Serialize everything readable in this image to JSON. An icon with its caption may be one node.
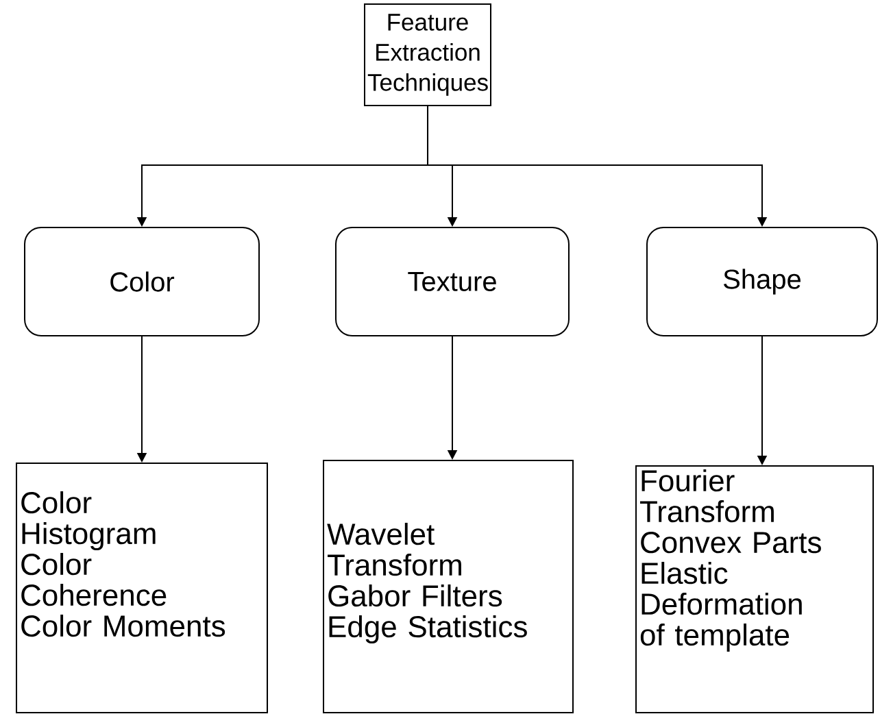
{
  "diagram": {
    "nodes": [
      {
        "text": [
          "Feature Extraction Techniques"
        ]
      },
      {
        "text": [
          "Color"
        ]
      },
      {
        "text": [
          "Texture"
        ]
      },
      {
        "text": [
          "Shape"
        ]
      },
      {
        "text": [
          "Color Histogram",
          "Color Coherence",
          "Color Moments"
        ]
      },
      {
        "text": [
          "Wavelet Transform",
          "Gabor Filters",
          "Edge Statistics"
        ]
      },
      {
        "text": [
          "Fourier Transform",
          "Convex Parts",
          "Elastic Deformation of template"
        ]
      }
    ],
    "edges": [
      {
        "from": 0,
        "to": 1,
        "arrow": "to"
      },
      {
        "from": 0,
        "to": 2,
        "arrow": "to"
      },
      {
        "from": 0,
        "to": 3,
        "arrow": "to"
      },
      {
        "from": 1,
        "to": 4,
        "arrow": "to"
      },
      {
        "from": 2,
        "to": 5,
        "arrow": "to"
      },
      {
        "from": 3,
        "to": 6,
        "arrow": "to"
      }
    ]
  }
}
